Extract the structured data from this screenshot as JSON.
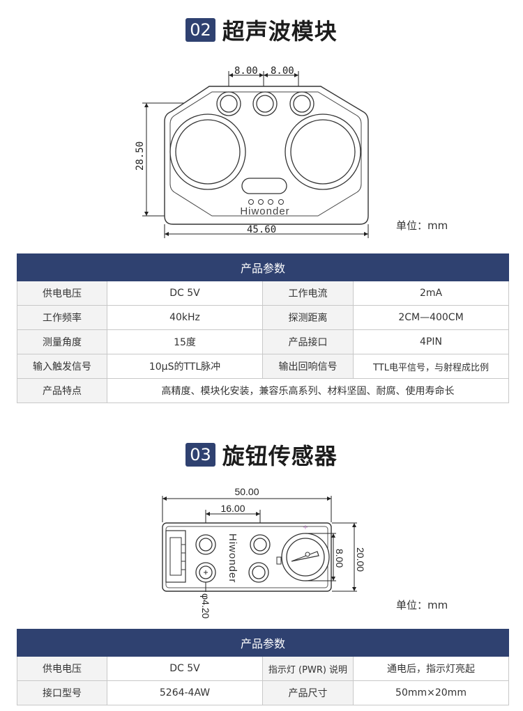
{
  "section1": {
    "badge": "02",
    "title": "超声波模块",
    "diagram": {
      "dim_spacing_1": "8.00",
      "dim_spacing_2": "8.00",
      "dim_height": "28.50",
      "dim_width": "45.60",
      "logo": "Hiwonder"
    },
    "unit": "单位：mm",
    "table": {
      "header": "产品参数",
      "rows": [
        [
          "供电电压",
          "DC 5V",
          "工作电流",
          "2mA"
        ],
        [
          "工作频率",
          "40kHz",
          "探测距离",
          "2CM—400CM"
        ],
        [
          "测量角度",
          "15度",
          "产品接口",
          "4PIN"
        ],
        [
          "输入触发信号",
          "10μS的TTL脉冲",
          "输出回响信号",
          "TTL电平信号，与射程成比例"
        ]
      ],
      "feature_label": "产品特点",
      "feature_value": "高精度、模块化安装，兼容乐高系列、材料坚固、耐腐、使用寿命长"
    }
  },
  "section2": {
    "badge": "03",
    "title": "旋钮传感器",
    "diagram": {
      "dim_width": "50.00",
      "dim_spacing": "16.00",
      "dim_height": "20.00",
      "dim_spacing_v": "8.00",
      "dim_hole": "φ4.20",
      "logo": "Hiwonder"
    },
    "unit": "单位：mm",
    "table": {
      "header": "产品参数",
      "rows": [
        [
          "供电电压",
          "DC 5V",
          "指示灯 (PWR) 说明",
          "通电后，指示灯亮起"
        ],
        [
          "接口型号",
          "5264-4AW",
          "产品尺寸",
          "50mm×20mm"
        ]
      ]
    }
  }
}
